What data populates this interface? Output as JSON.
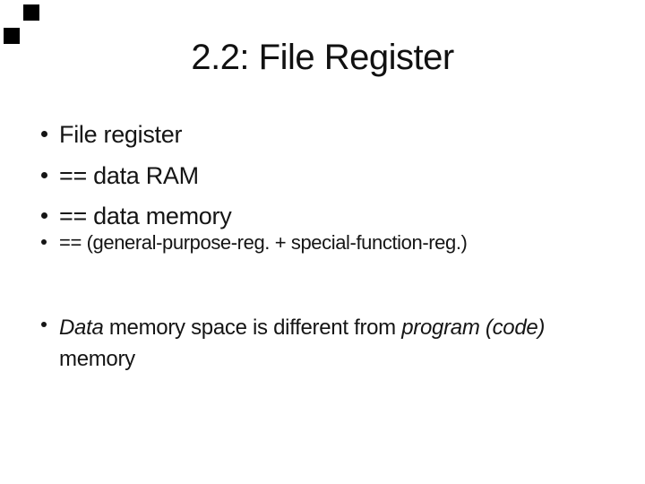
{
  "slide": {
    "title": "2.2: File Register",
    "bullets": [
      {
        "text": "File register"
      },
      {
        "text": "== data RAM"
      },
      {
        "text": "== data memory"
      },
      {
        "text": "== (general-purpose-reg. + special-function-reg.)"
      }
    ],
    "final_bullet": {
      "italic_run_1": "Data",
      "normal_run_1": " memory space is different from ",
      "italic_run_2": "program (code)",
      "normal_run_2": " memory"
    },
    "colors": {
      "background": "#ffffff",
      "text": "#151515",
      "title_text": "#111111",
      "corner_decor": "#000000"
    }
  }
}
